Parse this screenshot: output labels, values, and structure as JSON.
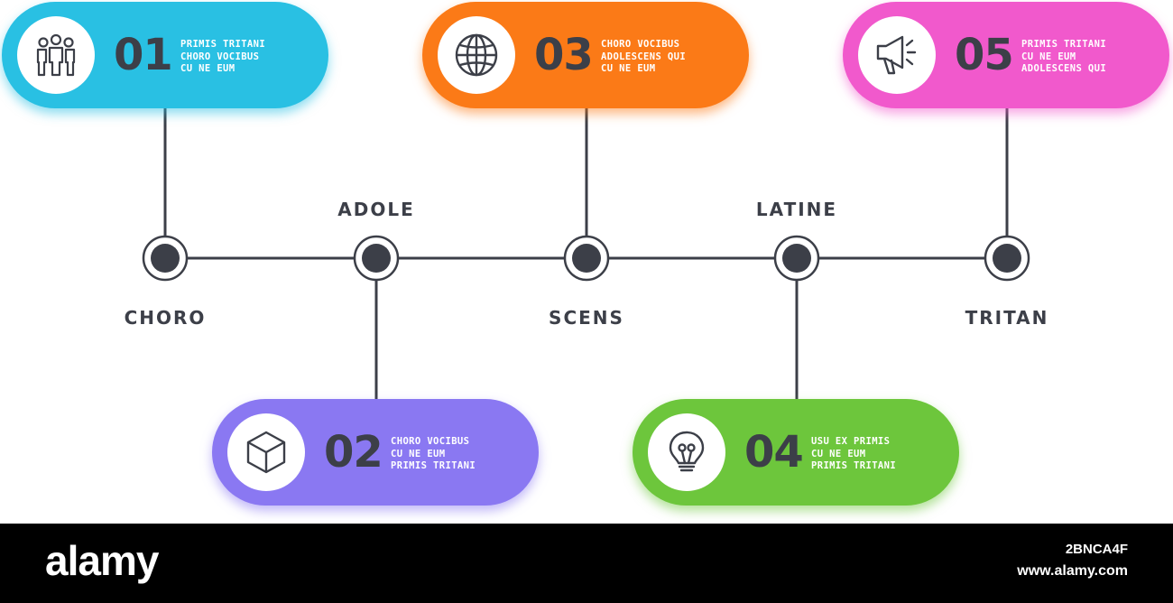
{
  "steps": [
    {
      "number": "01",
      "lines": [
        "PRIMIS TRITANI",
        "CHORO VOCIBUS",
        "CU NE EUM"
      ],
      "icon": "people-icon",
      "color": "#29c0e3"
    },
    {
      "number": "02",
      "lines": [
        "CHORO VOCIBUS",
        "CU NE EUM",
        "PRIMIS TRITANI"
      ],
      "icon": "cube-icon",
      "color": "#8a78f2"
    },
    {
      "number": "03",
      "lines": [
        "CHORO VOCIBUS",
        "ADOLESCENS QUI",
        "CU NE EUM"
      ],
      "icon": "globe-icon",
      "color": "#fb7a17"
    },
    {
      "number": "04",
      "lines": [
        "USU EX PRIMIS",
        "CU NE EUM",
        "PRIMIS TRITANI"
      ],
      "icon": "lightbulb-icon",
      "color": "#6dc63c"
    },
    {
      "number": "05",
      "lines": [
        "PRIMIS TRITANI",
        "CU NE EUM",
        "ADOLESCENS QUI"
      ],
      "icon": "megaphone-icon",
      "color": "#f159cc"
    }
  ],
  "milestones": [
    "CHORO",
    "ADOLE",
    "SCENS",
    "LATINE",
    "TRITAN"
  ],
  "colors": {
    "line": "#3c3f48",
    "text": "#3c3f48"
  },
  "footer": {
    "brand": "alamy",
    "image_id": "2BNCA4F",
    "site": "www.alamy.com"
  }
}
